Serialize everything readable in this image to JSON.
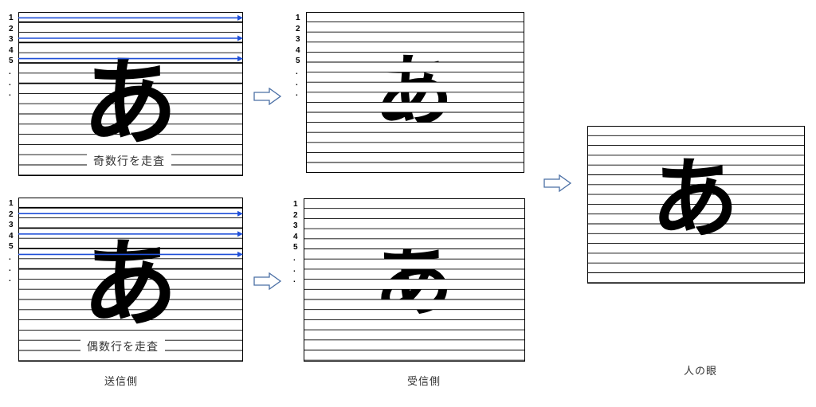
{
  "row_numbers": [
    "1",
    "2",
    "3",
    "4",
    "5",
    ".",
    ".",
    "."
  ],
  "glyph": "あ",
  "panels": {
    "odd_sender": {
      "scan_label": "奇数行を走査"
    },
    "even_sender": {
      "scan_label": "偶数行を走査"
    }
  },
  "captions": {
    "sender": "送信側",
    "receiver": "受信側",
    "human_eye": "人の眼"
  },
  "colors": {
    "scan_arrow": "#1f4fd8",
    "line": "#000000",
    "outline_arrow": "#4a6fa5"
  }
}
